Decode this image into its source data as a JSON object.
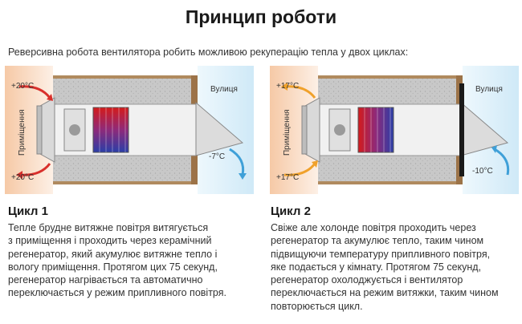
{
  "title": "Принцип роботи",
  "intro": "Реверсивна робота вентилятора робить можливою рекуперацію тепла у двох циклах:",
  "diagrams": [
    {
      "room_label": "Приміщення",
      "street_label": "Вулиця",
      "temp_top": "+20°C",
      "temp_bottom": "+20°C",
      "temp_outside": "-7°C",
      "colors": {
        "room_glow": "#f6c9a6",
        "sky": "#cfe9f7",
        "arrow_room": "#d9302c",
        "arrow_outside": "#3fa0d8"
      }
    },
    {
      "room_label": "Приміщення",
      "street_label": "Вулиця",
      "temp_top": "+17°C",
      "temp_bottom": "+17°C",
      "temp_outside": "-10°C",
      "colors": {
        "room_glow": "#f6c9a6",
        "sky": "#cfe9f7",
        "arrow_room": "#f0a12b",
        "arrow_outside": "#3fa0d8"
      }
    }
  ],
  "cycles": [
    {
      "title": "Цикл 1",
      "text": "Тепле брудне витяжне повітря витягується\nз приміщення і проходить через керамічний\nрегенератор, який акумулює витяжне тепло і\nвологу приміщення. Протягом цих 75 секунд,\nрегенератор нагрівається та автоматично\nпереключається у режим припливного повітря."
    },
    {
      "title": "Цикл 2",
      "text": "Свіже але холонде повітря проходить через\nрегенератор та акумулює тепло, таким чином\nпідвищуючи температуру припливного повітря,\nяке подається у кімнату. Протягом 75 секунд,\nрегенератор охолоджується і вентилятор\nпереключається на режим витяжки, таким чином\nповторюється цикл."
    }
  ]
}
